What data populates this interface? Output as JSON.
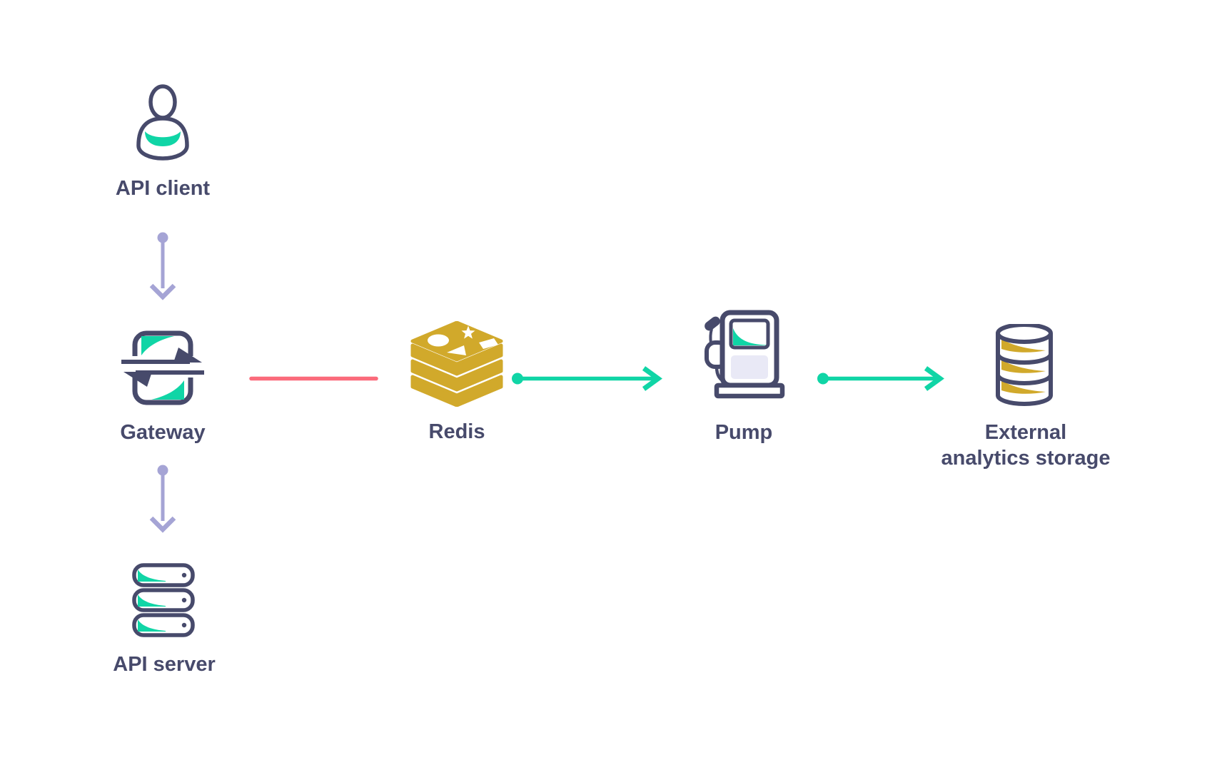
{
  "diagram": {
    "nodes": [
      {
        "id": "api-client",
        "label": "API client",
        "icon": "user-icon"
      },
      {
        "id": "gateway",
        "label": "Gateway",
        "icon": "gateway-icon"
      },
      {
        "id": "api-server",
        "label": "API server",
        "icon": "server-stack-icon"
      },
      {
        "id": "redis",
        "label": "Redis",
        "icon": "redis-icon"
      },
      {
        "id": "pump",
        "label": "Pump",
        "icon": "fuel-pump-icon"
      },
      {
        "id": "external-analytics-storage",
        "label": "External",
        "label2": "analytics storage",
        "icon": "database-icon"
      }
    ],
    "edges": [
      {
        "from": "api-client",
        "to": "gateway",
        "style": "dot-arrow",
        "color_role": "lavender",
        "direction": "down"
      },
      {
        "from": "gateway",
        "to": "api-server",
        "style": "dot-arrow",
        "color_role": "lavender",
        "direction": "down"
      },
      {
        "from": "gateway",
        "to": "redis",
        "style": "plain-line",
        "color_role": "red",
        "direction": "right"
      },
      {
        "from": "redis",
        "to": "pump",
        "style": "dot-arrow",
        "color_role": "teal",
        "direction": "right"
      },
      {
        "from": "pump",
        "to": "external-analytics-storage",
        "style": "dot-arrow",
        "color_role": "teal",
        "direction": "right"
      }
    ],
    "colors": {
      "navy": "#474A6B",
      "teal": "#10D5A6",
      "lavender": "#A5A4D5",
      "gold": "#D1A92B",
      "red": "#FB6B7B",
      "panel": "#E9E9F6",
      "background": "#FFFFFF"
    }
  }
}
